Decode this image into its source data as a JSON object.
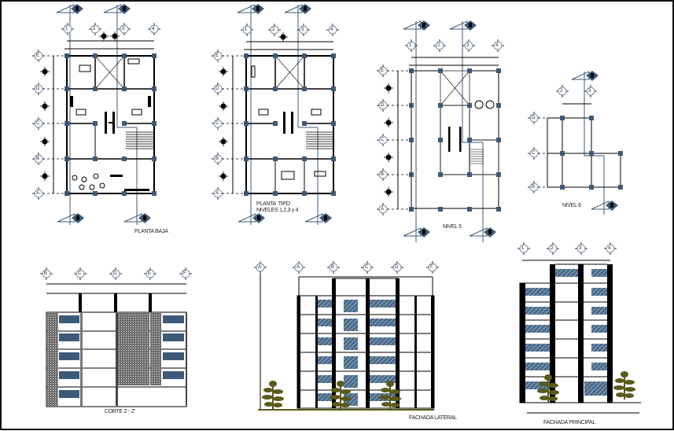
{
  "sheet": {
    "border_color": "#111111",
    "line_color": "#000000",
    "accent_color": "#3d5a78",
    "hatch_color": "#4a6a8a",
    "tree_color": "#5a5a1c",
    "bubble_ring_color": "#7a8fa6"
  },
  "views": {
    "planta_baja": {
      "title": "PLANTA BAJA",
      "grid_cols": [
        "1",
        "2",
        "3",
        "4"
      ],
      "grid_rows": [
        "E",
        "D",
        "C",
        "B",
        "A"
      ]
    },
    "planta_tipo": {
      "title_line1": "PLANTA  TIPO",
      "title_line2": "NIVELES 1,2,3 y 4",
      "grid_cols": [
        "1",
        "2",
        "3",
        "4"
      ],
      "grid_rows": [
        "E",
        "D",
        "C",
        "B",
        "A"
      ]
    },
    "nivel_5": {
      "title": "NIVEL 5",
      "grid_cols": [
        "1",
        "2",
        "3",
        "4"
      ],
      "grid_rows": [
        "E",
        "D",
        "C",
        "B",
        "A"
      ]
    },
    "nivel_6": {
      "title": "NIVEL 6",
      "grid_cols": [
        "2",
        "3"
      ],
      "grid_rows": [
        "D",
        "C",
        "B"
      ]
    },
    "corte": {
      "title": "CORTE Z - Z'",
      "grid_cols": [
        "B",
        "C",
        "D",
        "E",
        "F"
      ]
    },
    "fachada_lateral": {
      "title": "FACHADA LATERAL",
      "grid_cols": [
        "A'",
        "A",
        "B",
        "C",
        "D",
        "F"
      ]
    },
    "fachada_principal": {
      "title": "FACHADA PRINCIPAL",
      "grid_cols": [
        "1",
        "2",
        "3",
        "4"
      ]
    }
  }
}
